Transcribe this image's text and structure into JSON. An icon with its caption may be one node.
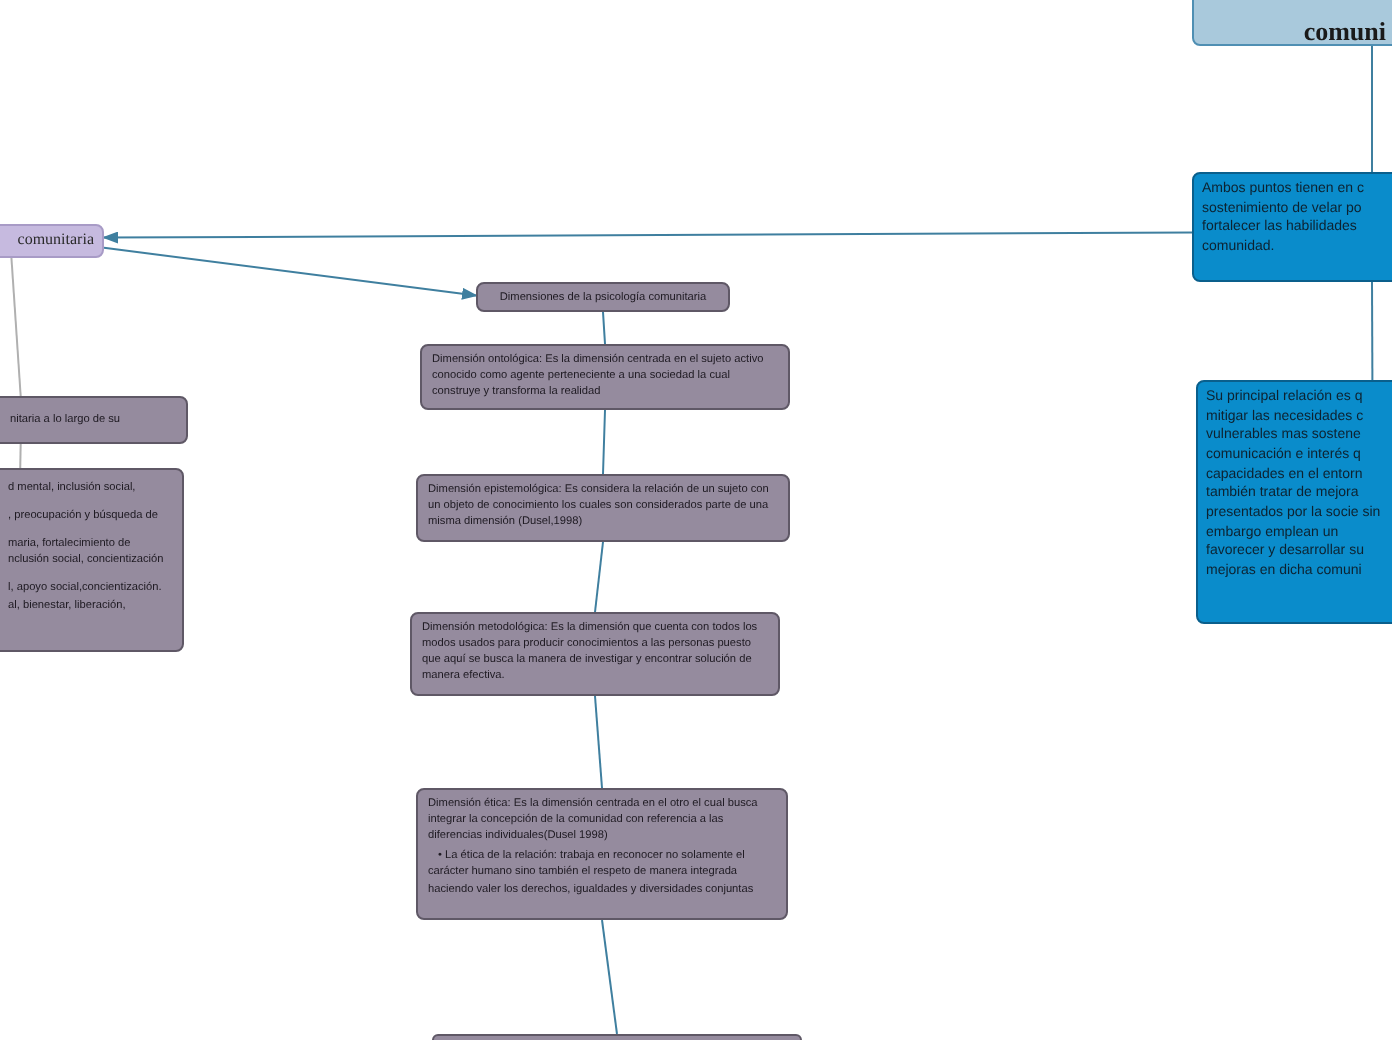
{
  "diagram": {
    "nodes": [
      {
        "text": [
          "comuni"
        ]
      },
      {
        "text": [
          "Ambos puntos tienen en c sostenimiento de velar po fortalecer las habilidades comunidad."
        ]
      },
      {
        "text": [
          "Su principal relación es q mitigar las necesidades c vulnerables mas sostene comunicación e interés q capacidades en el entorn también tratar de mejora presentados por la socie sin embargo emplean un favorecer y desarrollar su mejoras en dicha comuni"
        ]
      },
      {
        "text": [
          "comunitaria"
        ]
      },
      {
        "text": [
          "nitaria a lo largo de su"
        ]
      },
      {
        "text": [
          "d mental, inclusión social,",
          ", preocupación y búsqueda de",
          "maria, fortalecimiento de nclusión social, concientización",
          "l, apoyo social,concientización. al, bienestar, liberación,"
        ]
      },
      {
        "text": [
          "Dimensiones de la psicología comunitaria"
        ]
      },
      {
        "text": [
          "Dimensión ontológica: Es la dimensión centrada en el sujeto activo conocido como agente perteneciente a una sociedad la cual construye y transforma la realidad"
        ]
      },
      {
        "text": [
          "Dimensión epistemológica: Es considera la relación de un sujeto con un objeto de conocimiento los cuales son considerados parte de una misma dimensión (Dusel,1998)"
        ]
      },
      {
        "text": [
          "Dimensión metodológica: Es la dimensión que cuenta con todos los modos usados para producir conocimientos a las personas puesto que aquí se busca la manera de investigar y encontrar solución de manera efectiva."
        ]
      },
      {
        "text": [
          "Dimensión ética: Es la dimensión centrada en el otro el cual busca integrar la concepción de la comunidad con referencia a las diferencias individuales(Dusel 1998)",
          "• La ética de la relación: trabaja en reconocer no solamente el carácter humano sino también el respeto de manera integrada haciendo valer los derechos, igualdades y diversidades conjuntas"
        ]
      },
      {
        "text": [],
        "shape": "box"
      }
    ],
    "edges": [
      {
        "from": 0,
        "to": 1,
        "arrow": "none"
      },
      {
        "from": 1,
        "to": 3,
        "arrow": "to"
      },
      {
        "from": 3,
        "to": 6,
        "arrow": "to"
      },
      {
        "from": 3,
        "to": 4,
        "arrow": "none",
        "color": "#b0b0b0"
      },
      {
        "from": 4,
        "to": 5,
        "arrow": "none",
        "color": "#b0b0b0"
      },
      {
        "from": 1,
        "to": 2,
        "arrow": "none"
      },
      {
        "from": 6,
        "to": 7,
        "arrow": "none"
      },
      {
        "from": 7,
        "to": 8,
        "arrow": "none"
      },
      {
        "from": 8,
        "to": 9,
        "arrow": "none"
      },
      {
        "from": 9,
        "to": 10,
        "arrow": "none"
      },
      {
        "from": 10,
        "to": 11,
        "arrow": "none"
      }
    ]
  }
}
